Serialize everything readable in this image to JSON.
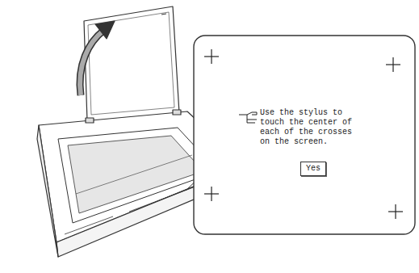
{
  "diagram": {
    "nodes": [
      {
        "text": [
          "Use the stylus to touch the center of each of the crosses on the screen."
        ]
      },
      {
        "text": [
          "Yes"
        ],
        "in": 0
      }
    ]
  }
}
